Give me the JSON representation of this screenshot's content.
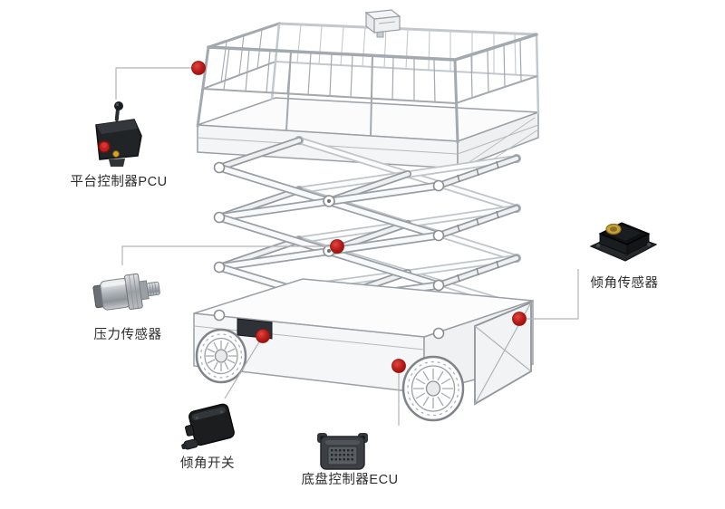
{
  "diagram": {
    "machine_name": "scissor-lift-wireframe-illustration",
    "background": "#ffffff",
    "marker_color": "#b01212",
    "callout_line_color": "#b3b3b3",
    "label_color": "#2d2d2d"
  },
  "callouts": [
    {
      "id": "platform-pcu",
      "label": "平台控制器PCU",
      "icon": "platform-control-unit-icon"
    },
    {
      "id": "pressure-sensor",
      "label": "压力传感器",
      "icon": "pressure-sensor-icon"
    },
    {
      "id": "tilt-switch",
      "label": "倾角开关",
      "icon": "tilt-switch-icon"
    },
    {
      "id": "chassis-ecu",
      "label": "底盘控制器ECU",
      "icon": "chassis-ecu-icon"
    },
    {
      "id": "tilt-angle-sensor",
      "label": "倾角传感器",
      "icon": "tilt-angle-sensor-icon"
    }
  ]
}
